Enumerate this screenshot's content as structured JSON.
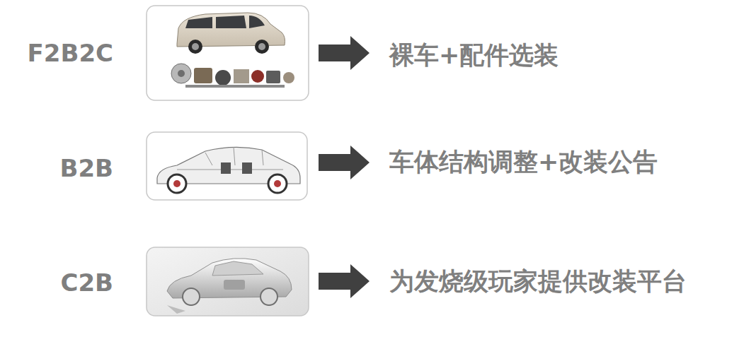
{
  "diagram": {
    "labels": [
      "F2B2C",
      "裸车+配件选装",
      "B2B",
      "车体结构调整+改装公告",
      "C2B",
      "为发烧级玩家提供改装平台"
    ]
  }
}
